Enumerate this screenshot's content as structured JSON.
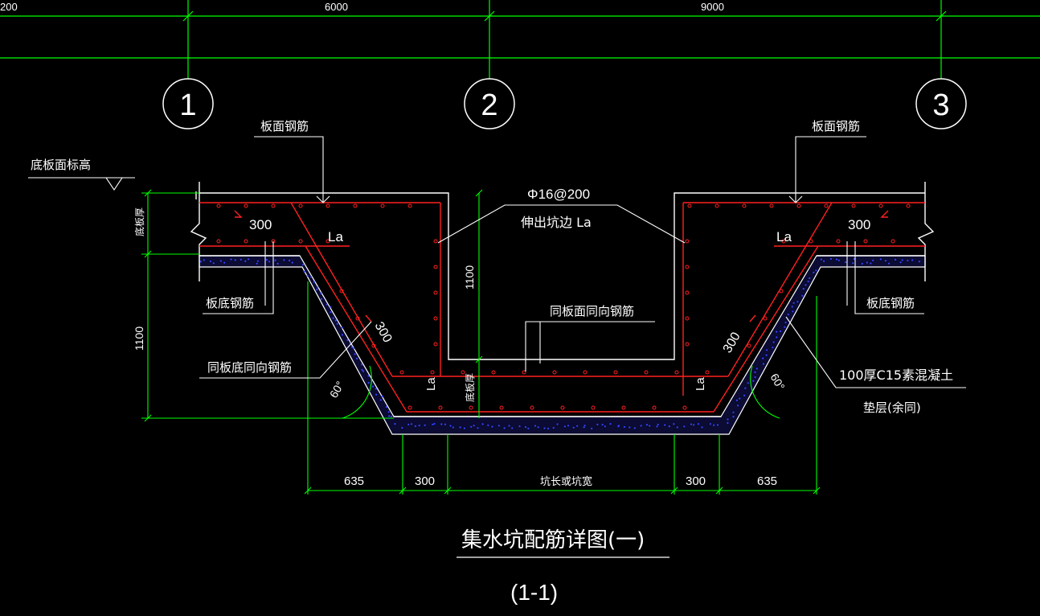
{
  "colors": {
    "background": "#000000",
    "dimension": "#00ff00",
    "rebar": "#ff2020",
    "outline": "#ffffff",
    "concrete_hatch": "#3344ff"
  },
  "top_dims": {
    "left": "200",
    "mid": "6000",
    "right": "9000"
  },
  "axes": {
    "a1": "1",
    "a2": "2",
    "a3": "3"
  },
  "labels": {
    "slab_top_elev": "底板面标高",
    "slab_top_rebar_left": "板面钢筋",
    "slab_top_rebar_right": "板面钢筋",
    "rebar_spec": "Φ16@200",
    "extend_pit": "伸出坑边 La",
    "slab_thickness_left": "底板厚",
    "slab_thickness_center": "底板厚",
    "same_as_top": "同板面同向钢筋",
    "slab_bottom_rebar_left": "板底钢筋",
    "slab_bottom_rebar_right": "板底钢筋",
    "same_as_bottom": "同板底同向钢筋",
    "cushion_1": "100厚C15素混凝土",
    "cushion_2": "垫层(余同)",
    "la_tl": "La",
    "la_tr": "La",
    "la_bl": "La",
    "la_br": "La",
    "dim_300_tl": "300",
    "dim_300_tr": "300",
    "dim_300_sl": "300",
    "dim_300_sr": "300",
    "angle_left": "60°",
    "angle_right": "60°",
    "dim_1100_left": "1100",
    "dim_1100_center": "1100"
  },
  "bottom_dims": [
    "635",
    "300",
    "坑长或坑宽",
    "300",
    "635"
  ],
  "title": "集水坑配筋详图(一)",
  "subtitle": "(1-1)"
}
